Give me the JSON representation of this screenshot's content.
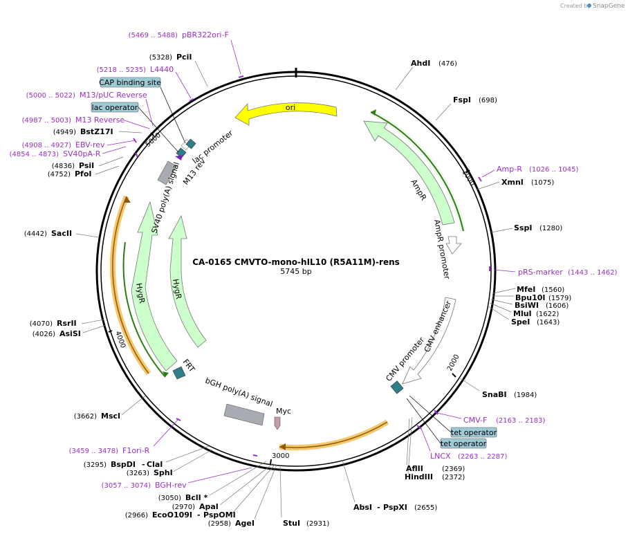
{
  "brand": {
    "created_by": "Created by",
    "product": "SnapGene"
  },
  "map": {
    "title": "CA-0165 CMVTO-mono-hIL10 (R5A11M)-rens",
    "length_label": "5745 bp"
  },
  "ticks": [
    "1000",
    "2000",
    "3000",
    "4000",
    "5000"
  ],
  "features": {
    "ori": "ori",
    "ampr": "AmpR",
    "ampr_promoter": "AmpR promoter",
    "cmv_enhancer": "CMV enhancer",
    "cmv_promoter": "CMV promoter",
    "bgh": "bGH poly(A) signal",
    "myc": "Myc",
    "frt": "FRT",
    "hygr_outer": "HygR",
    "hygr_inner": "HygR",
    "sv40": "SV40 poly(A) signal",
    "m13rev": "M13 rev",
    "lac_promoter": "lac promoter"
  },
  "boxes": {
    "cap": "CAP binding site",
    "lac_operator": "lac operator",
    "tet_operator_1": "tet operator",
    "tet_operator_2": "tet operator"
  },
  "sites": {
    "pcii": {
      "name": "PciI",
      "pos": "(5328)"
    },
    "bstz17i": {
      "name": "BstZ17I",
      "pos": "(4949)"
    },
    "psii": {
      "name": "PsiI",
      "pos": "(4836)"
    },
    "pfoi": {
      "name": "PfoI",
      "pos": "(4752)"
    },
    "sacii": {
      "name": "SacII",
      "pos": "(4442)"
    },
    "rsrii": {
      "name": "RsrII",
      "pos": "(4070)"
    },
    "asisi": {
      "name": "AsiSI",
      "pos": "(4026)"
    },
    "msci": {
      "name": "MscI",
      "pos": "(3662)"
    },
    "bspdi": {
      "name": "BspDI",
      "sep": "-",
      "name2": "ClaI",
      "pos": "(3295)"
    },
    "sphi": {
      "name": "SphI",
      "pos": "(3263)"
    },
    "bcli": {
      "name": "BclI *",
      "pos": "(3050)"
    },
    "apai": {
      "name": "ApaI",
      "pos": "(2970)"
    },
    "eco": {
      "name": "EcoO109I",
      "sep": "-",
      "name2": "PspOMI",
      "pos": "(2966)"
    },
    "agei": {
      "name": "AgeI",
      "pos": "(2958)"
    },
    "stui": {
      "name": "StuI",
      "pos": "(2931)"
    },
    "absi": {
      "name": "AbsI",
      "sep": "-",
      "name2": "PspXI",
      "pos": "(2655)"
    },
    "aflii": {
      "name": "AflII",
      "pos": "(2369)"
    },
    "hindiii": {
      "name": "HindIII",
      "pos": "(2372)"
    },
    "snabi": {
      "name": "SnaBI",
      "pos": "(1984)"
    },
    "spei": {
      "name": "SpeI",
      "pos": "(1643)"
    },
    "mlui": {
      "name": "MluI",
      "pos": "(1622)"
    },
    "bsiwi": {
      "name": "BsiWI",
      "pos": "(1606)"
    },
    "bpu10i": {
      "name": "Bpu10I",
      "pos": "(1579)"
    },
    "mfei": {
      "name": "MfeI",
      "pos": "(1560)"
    },
    "sspi": {
      "name": "SspI",
      "pos": "(1280)"
    },
    "xmni": {
      "name": "XmnI",
      "pos": "(1075)"
    },
    "fspi": {
      "name": "FspI",
      "pos": "(698)"
    },
    "ahdi": {
      "name": "AhdI",
      "pos": "(476)"
    }
  },
  "primers": {
    "pbr322": {
      "name": "pBR322ori-F",
      "pos": "(5469 .. 5488)"
    },
    "l4440": {
      "name": "L4440",
      "pos": "(5218 .. 5235)"
    },
    "m13puc": {
      "name": "M13/pUC Reverse",
      "pos": "(5000 .. 5022)"
    },
    "m13rev": {
      "name": "M13 Reverse",
      "pos": "(4987 .. 5003)"
    },
    "ebv": {
      "name": "EBV-rev",
      "pos": "(4908 .. 4927)"
    },
    "sv40pa": {
      "name": "SV40pA-R",
      "pos": "(4854 .. 4873)"
    },
    "f1ori": {
      "name": "F1ori-R",
      "pos": "(3459 .. 3478)"
    },
    "bgh": {
      "name": "BGH-rev",
      "pos": "(3057 .. 3074)"
    },
    "lncx": {
      "name": "LNCX",
      "pos": "(2263 .. 2287)"
    },
    "cmvf": {
      "name": "CMV-F",
      "pos": "(2163 .. 2183)"
    },
    "prs": {
      "name": "pRS-marker",
      "pos": "(1443 .. 1462)"
    },
    "ampr": {
      "name": "Amp-R",
      "pos": "(1026 .. 1045)"
    }
  },
  "colors": {
    "ori": "#ffff00",
    "ampr": "#ccffcc",
    "hygr": "#ccffcc",
    "orange": "#f5c76a",
    "green_line": "#2e7d10",
    "primer": "#9a2ec8",
    "box_fill": "#9ecad6",
    "grey_feature": "#a8acb2",
    "teal": "#2f7f8a",
    "myc": "#c49aa6"
  }
}
